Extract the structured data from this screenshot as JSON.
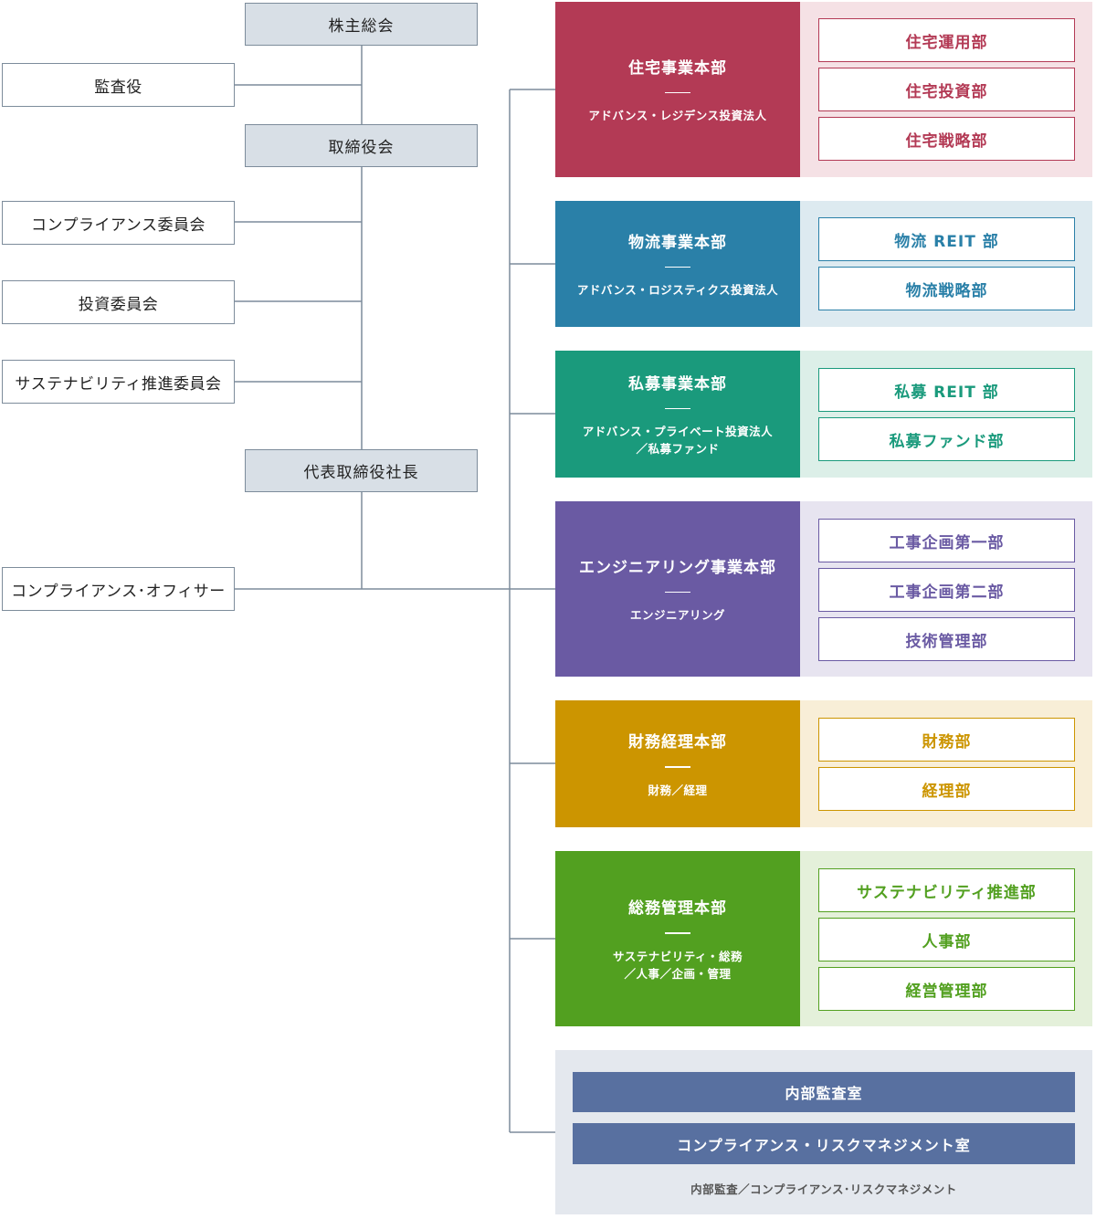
{
  "left": {
    "shareholders": "株主総会",
    "auditor": "監査役",
    "board": "取締役会",
    "compliance_committee": "コンプライアンス委員会",
    "investment_committee": "投資委員会",
    "sustainability_committee": "サステナビリティ推進委員会",
    "president": "代表取締役社長",
    "compliance_officer": "コンプライアンス･オフィサー"
  },
  "divisions": [
    {
      "name": "住宅事業本部",
      "sub": [
        "アドバンス・レジデンス投資法人"
      ],
      "departments": [
        "住宅運用部",
        "住宅投資部",
        "住宅戦略部"
      ],
      "color": "#b33a55",
      "panel_color": "#f5e1e5"
    },
    {
      "name": "物流事業本部",
      "sub": [
        "アドバンス・ロジスティクス投資法人"
      ],
      "departments": [
        "物流 REIT 部",
        "物流戦略部"
      ],
      "color": "#2a80a8",
      "panel_color": "#ddeaf0"
    },
    {
      "name": "私募事業本部",
      "sub": [
        "アドバンス・プライベート投資法人",
        "／私募ファンド"
      ],
      "departments": [
        "私募 REIT 部",
        "私募ファンド部"
      ],
      "color": "#1a9a7c",
      "panel_color": "#dcefe8"
    },
    {
      "name": "エンジニアリング事業本部",
      "sub": [
        "エンジニアリング"
      ],
      "departments": [
        "工事企画第一部",
        "工事企画第二部",
        "技術管理部"
      ],
      "color": "#6a5aa3",
      "panel_color": "#e7e4f0"
    },
    {
      "name": "財務経理本部",
      "sub": [
        "財務／経理"
      ],
      "departments": [
        "財務部",
        "経理部"
      ],
      "color": "#cc9500",
      "panel_color": "#f8eed7"
    },
    {
      "name": "総務管理本部",
      "sub": [
        "サステナビリティ・総務",
        "／人事／企画・管理"
      ],
      "departments": [
        "サステナビリティ推進部",
        "人事部",
        "経営管理部"
      ],
      "color": "#52a020",
      "panel_color": "#e4f0da"
    }
  ],
  "audit": {
    "internal_audit": "内部監査室",
    "compliance_risk": "コンプライアンス・リスクマネジメント室",
    "caption": "内部監査／コンプライアンス･リスクマネジメント",
    "color": "#5870a0",
    "panel_color": "#e4e8ee"
  }
}
